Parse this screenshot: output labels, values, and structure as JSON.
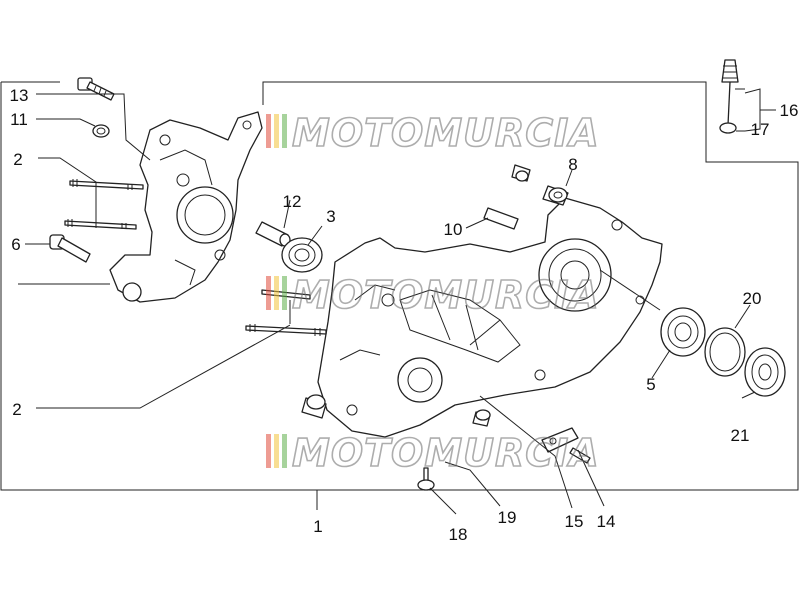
{
  "diagram": {
    "callouts": [
      "1",
      "2",
      "2",
      "3",
      "5",
      "6",
      "8",
      "10",
      "11",
      "12",
      "13",
      "14",
      "15",
      "16",
      "17",
      "18",
      "19",
      "20",
      "21"
    ],
    "watermark": "MOTOMURCIA",
    "watermark_stripe_colors": [
      "#e04b3a",
      "#f2c23a",
      "#5fae4a"
    ]
  }
}
